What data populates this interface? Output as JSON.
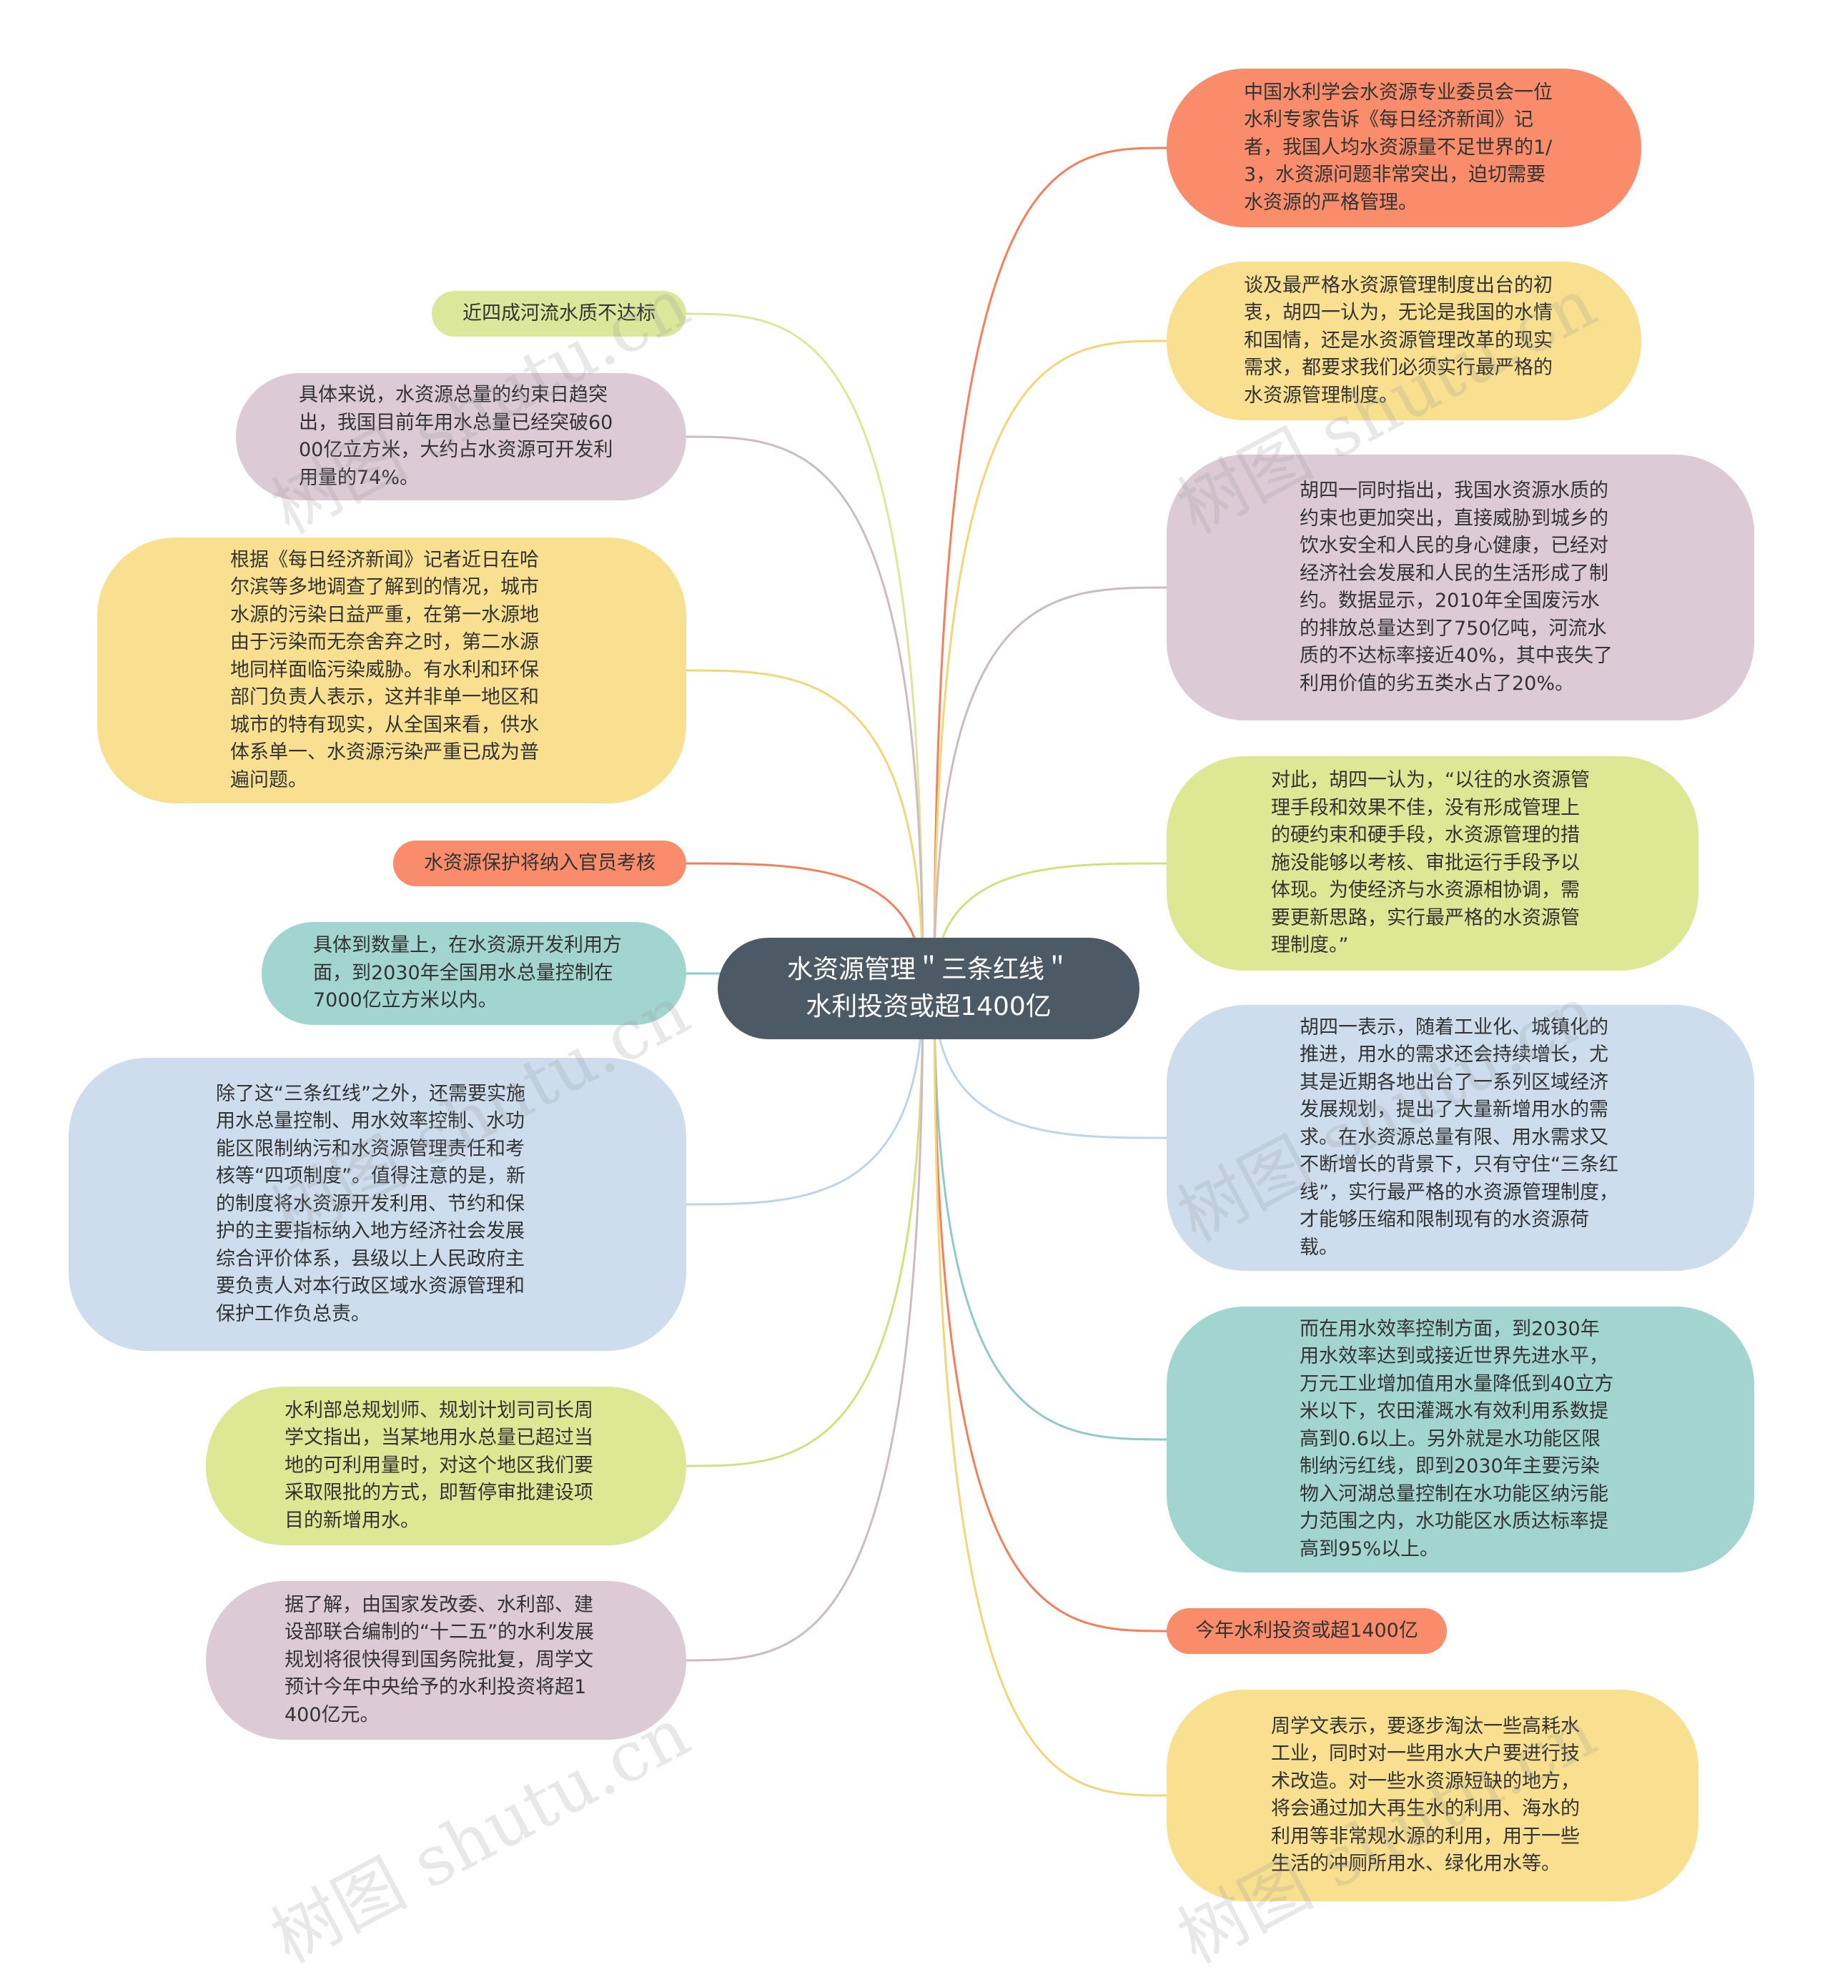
{
  "center": {
    "line1": "水资源管理＂三条红线＂",
    "line2": "水利投资或超1400亿",
    "color": "#4c5a66"
  },
  "left": [
    {
      "text": "近四成河流水质不达标",
      "color": "#dbe79a",
      "line": "#dbe79a"
    },
    {
      "text": "具体来说，水资源总量的约束日趋突出，我国目前年用水总量已经突破6000亿立方米，大约占水资源可开发利用量的74%。",
      "color": "#dccbd4",
      "line": "#cbbcc4"
    },
    {
      "text": "根据《每日经济新闻》记者近日在哈尔滨等多地调查了解到的情况，城市水源的污染日益严重，在第一水源地由于污染而无奈舍弃之时，第二水源地同样面临污染威胁。有水利和环保部门负责人表示，这并非单一地区和城市的特有现实，从全国来看，供水体系单一、水资源污染严重已成为普遍问题。",
      "color": "#f8e090",
      "line": "#f2d67a"
    },
    {
      "text": "水资源保护将纳入官员考核",
      "color": "#f98c6b",
      "line": "#f0805e"
    },
    {
      "text": "具体到数量上，在水资源开发利用方面，到2030年全国用水总量控制在7000亿立方米以内。",
      "color": "#a3d5d0",
      "line": "#8fcbc5"
    },
    {
      "text": "除了这“三条红线”之外，还需要实施用水总量控制、用水效率控制、水功能区限制纳污和水资源管理责任和考核等“四项制度”。值得注意的是，新的制度将水资源开发利用、节约和保护的主要指标纳入地方经济社会发展综合评价体系，县级以上人民政府主要负责人对本行政区域水资源管理和保护工作负总责。",
      "color": "#cddded",
      "line": "#bfd4e8"
    },
    {
      "text": "水利部总规划师、规划计划司司长周学文指出，当某地用水总量已超过当地的可利用量时，对这个地区我们要采取限批的方式，即暂停审批建设项目的新增用水。",
      "color": "#dde895",
      "line": "#d3e082"
    },
    {
      "text": "据了解，由国家发改委、水利部、建设部联合编制的“十二五”的水利发展规划将很快得到国务院批复，周学文预计今年中央给予的水利投资将超1400亿元。",
      "color": "#dccbd4",
      "line": "#cbbcc4"
    }
  ],
  "right": [
    {
      "text": "中国水利学会水资源专业委员会一位水利专家告诉《每日经济新闻》记者，我国人均水资源量不足世界的1/3，水资源问题非常突出，迫切需要水资源的严格管理。",
      "color": "#f98c6b",
      "line": "#f0805e"
    },
    {
      "text": "谈及最严格水资源管理制度出台的初衷，胡四一认为，无论是我国的水情和国情，还是水资源管理改革的现实需求，都要求我们必须实行最严格的水资源管理制度。",
      "color": "#f8e090",
      "line": "#f2d67a"
    },
    {
      "text": "胡四一同时指出，我国水资源水质的约束也更加突出，直接威胁到城乡的饮水安全和人民的身心健康，已经对经济社会发展和人民的生活形成了制约。数据显示，2010年全国废污水的排放总量达到了750亿吨，河流水质的不达标率接近40%，其中丧失了利用价值的劣五类水占了20%。",
      "color": "#dccbd4",
      "line": "#cbbcc4"
    },
    {
      "text": "对此，胡四一认为，“以往的水资源管理手段和效果不佳，没有形成管理上的硬约束和硬手段，水资源管理的措施没能够以考核、审批运行手段予以体现。为使经济与水资源相协调，需要更新思路，实行最严格的水资源管理制度。”",
      "color": "#dde895",
      "line": "#d3e082"
    },
    {
      "text": "胡四一表示，随着工业化、城镇化的推进，用水的需求还会持续增长，尤其是近期各地出台了一系列区域经济发展规划，提出了大量新增用水的需求。在水资源总量有限、用水需求又不断增长的背景下，只有守住“三条红线”，实行最严格的水资源管理制度，才能够压缩和限制现有的水资源荷载。",
      "color": "#cddded",
      "line": "#bfd4e8"
    },
    {
      "text": "而在用水效率控制方面，到2030年用水效率达到或接近世界先进水平，万元工业增加值用水量降低到40立方米以下，农田灌溉水有效利用系数提高到0.6以上。另外就是水功能区限制纳污红线，即到2030年主要污染物入河湖总量控制在水功能区纳污能力范围之内，水功能区水质达标率提高到95%以上。",
      "color": "#a3d5d0",
      "line": "#8fcbc5"
    },
    {
      "text": "今年水利投资或超1400亿",
      "color": "#f98c6b",
      "line": "#f0805e"
    },
    {
      "text": "周学文表示，要逐步淘汰一些高耗水工业，同时对一些用水大户要进行技术改造。对一些水资源短缺的地方，将会通过加大再生水的利用、海水的利用等非常规水源的利用，用于一些生活的冲厕所用水、绿化用水等。",
      "color": "#f8e090",
      "line": "#f2d67a"
    }
  ],
  "watermark": "树图 shutu.cn"
}
